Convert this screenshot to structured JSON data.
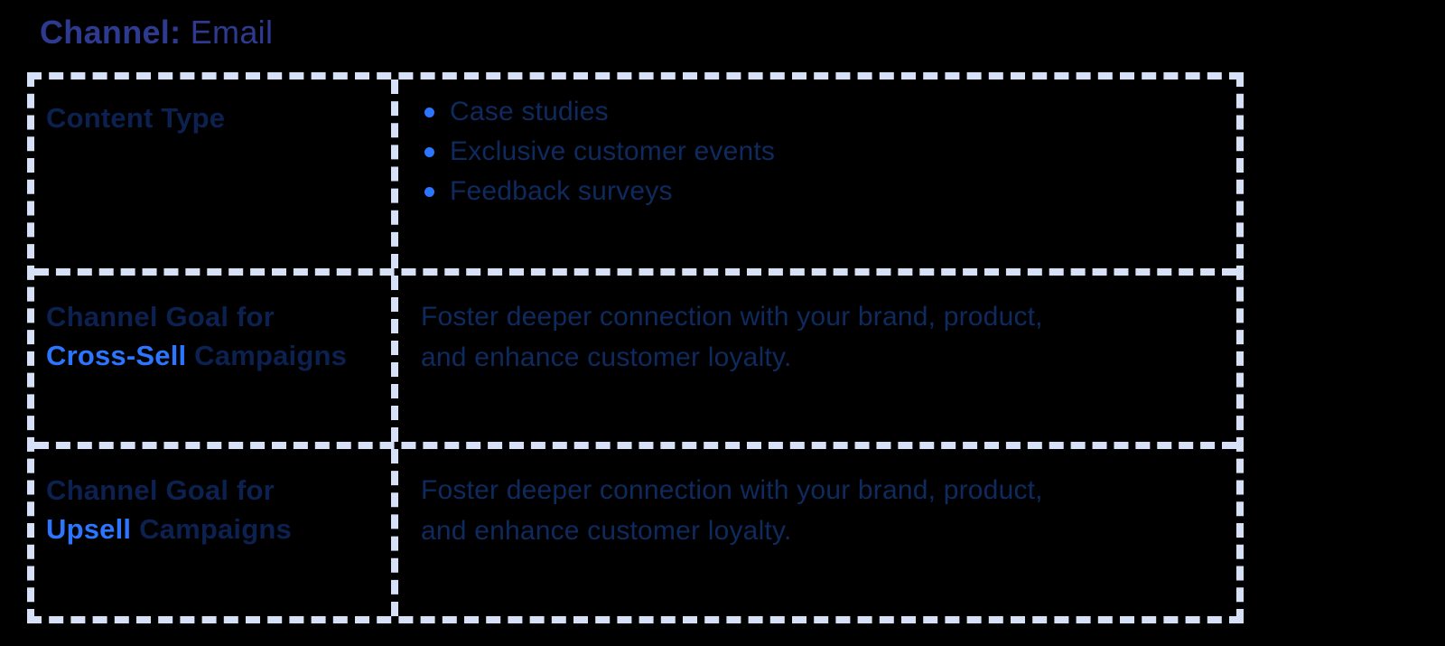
{
  "title": {
    "prefix": "Channel:",
    "value": "Email"
  },
  "colors": {
    "background": "#000000",
    "title": "#2e3a8f",
    "heading": "#0c2150",
    "body": "#0e2a5e",
    "accent": "#2b75ff",
    "border": "#d6e0f7"
  },
  "table": {
    "rows": [
      {
        "header": {
          "text": "Content Type"
        },
        "bullets": [
          "Case studies",
          "Exclusive customer events",
          "Feedback surveys"
        ]
      },
      {
        "header": {
          "line1": "Channel Goal for",
          "accent": "Cross-Sell",
          "rest": "Campaigns"
        },
        "text": "Foster deeper connection with your brand, product, and enhance customer loyalty.",
        "lines": [
          "Foster deeper connection with your brand, product,",
          "and enhance customer loyalty."
        ]
      },
      {
        "header": {
          "line1": "Channel Goal for",
          "accent": "Upsell",
          "rest": "Campaigns"
        },
        "text": "Foster deeper connection with your brand, product, and enhance customer loyalty.",
        "lines": [
          "Foster deeper connection with your brand, product,",
          "and enhance customer loyalty."
        ]
      }
    ]
  }
}
